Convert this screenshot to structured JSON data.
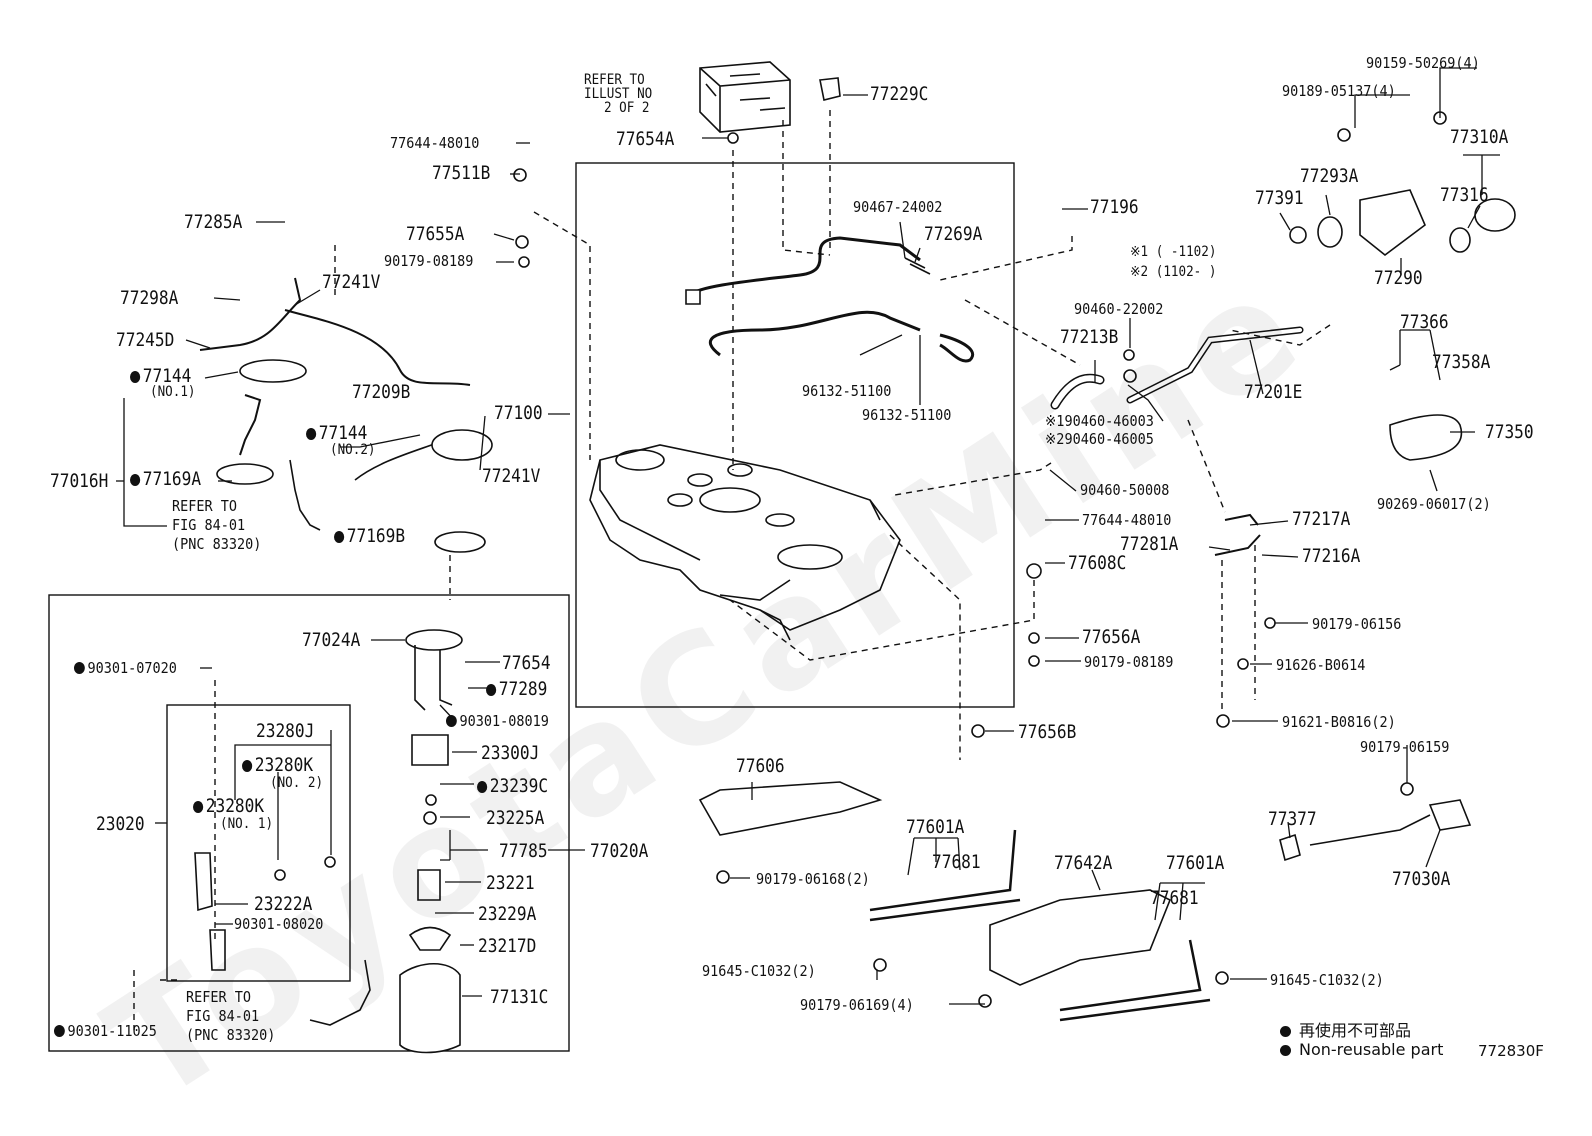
{
  "diagram_code": "772830F",
  "watermark": "ToyotaCarMine",
  "legend": {
    "jp_label": "再使用不可部品",
    "en_label": "Non-reusable part"
  },
  "refer_illust": [
    "REFER TO",
    "ILLUST NO",
    "2 OF 2"
  ],
  "refer_fig_top": [
    "REFER TO",
    "FIG 84-01",
    "(PNC 83320)"
  ],
  "refer_fig_bottom": [
    "REFER TO",
    "FIG 84-01",
    "(PNC 83320)"
  ],
  "date_notes": [
    "※1 (   -1102)",
    "※2 (1102-   )"
  ],
  "parts": {
    "p77229C": "77229C",
    "p77654A": "77654A",
    "p77644_48010_top": "77644-48010",
    "p77511B": "77511B",
    "p77285A": "77285A",
    "p77655A": "77655A",
    "p90179_08189_top": "90179-08189",
    "p77298A": "77298A",
    "p77241V_top": "77241V",
    "p77245D": "77245D",
    "p77144_no1": "77144",
    "no1": "(NO.1)",
    "p77209B": "77209B",
    "p77100": "77100",
    "p77144_no2": "77144",
    "no2": "(NO.2)",
    "p77016H": "77016H",
    "p77169A": "77169A",
    "p77241V_bot": "77241V",
    "p77169B": "77169B",
    "p90467_24002": "90467-24002",
    "p77269A": "77269A",
    "p77196": "77196",
    "p96132_51100_a": "96132-51100",
    "p96132_51100_b": "96132-51100",
    "p90460_22002": "90460-22002",
    "p77213B": "77213B",
    "p190460_46003": "※190460-46003",
    "p290460_46005": "※290460-46005",
    "p90460_50008": "90460-50008",
    "p90159_50269": "90159-50269(4)",
    "p90189_05137": "90189-05137(4)",
    "p77310A": "77310A",
    "p77293A": "77293A",
    "p77391": "77391",
    "p77316": "77316",
    "p77290": "77290",
    "p77366": "77366",
    "p77358A": "77358A",
    "p77201E": "77201E",
    "p77350": "77350",
    "p90269_06017": "90269-06017(2)",
    "p77644_48010_mid": "77644-48010",
    "p77608C": "77608C",
    "p77217A": "77217A",
    "p77281A": "77281A",
    "p77216A": "77216A",
    "p77656A": "77656A",
    "p90179_08189_mid": "90179-08189",
    "p90179_06156": "90179-06156",
    "p91626_B0614": "91626-B0614",
    "p91621_B0816": "91621-B0816(2)",
    "p77656B": "77656B",
    "p90179_06159": "90179-06159",
    "p77024A": "77024A",
    "p77654": "77654",
    "p77289": "77289",
    "p90301_08019": "90301-08019",
    "p23300J": "23300J",
    "p23239C": "23239C",
    "p23225A": "23225A",
    "p77785": "77785",
    "p77020A": "77020A",
    "p23221": "23221",
    "p23229A": "23229A",
    "p23217D": "23217D",
    "p77131C": "77131C",
    "p90301_07020": "90301-07020",
    "p23280J": "23280J",
    "p23280K_no2": "23280K",
    "no2b": "(NO. 2)",
    "p23020": "23020",
    "p23280K_no1": "23280K",
    "no1b": "(NO. 1)",
    "p23222A": "23222A",
    "p90301_08020": "90301-08020",
    "p90301_11025": "90301-11025",
    "p77606": "77606",
    "p90179_06168": "90179-06168(2)",
    "p77601A_l": "77601A",
    "p77681_l": "77681",
    "p77642A": "77642A",
    "p77601A_r": "77601A",
    "p77681_r": "77681",
    "p91645_C1032_l": "91645-C1032(2)",
    "p90179_06169": "90179-06169(4)",
    "p91645_C1032_r": "91645-C1032(2)",
    "p77377": "77377",
    "p77030A": "77030A"
  }
}
